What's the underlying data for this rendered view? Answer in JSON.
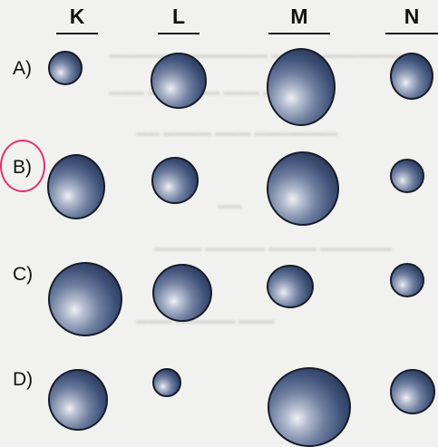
{
  "columns": [
    "K",
    "L",
    "M",
    "N"
  ],
  "rows": [
    "A)",
    "B)",
    "C)",
    "D)"
  ],
  "selected_option": "B)",
  "colors": {
    "ball": "#40527a",
    "selection_ring": "#e2306f"
  }
}
